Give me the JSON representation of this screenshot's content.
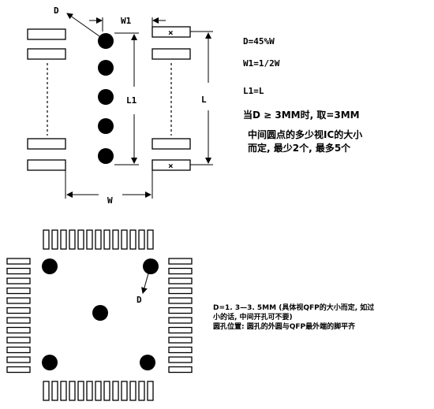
{
  "sop": {
    "label_d": "D",
    "label_w1": "W1",
    "label_l1": "L1",
    "label_l": "L",
    "label_w": "W",
    "pad_mark": "×"
  },
  "notes": {
    "d_ratio": "D=45%W",
    "w1_ratio": "W1=1/2W",
    "l1_eq": "L1=L",
    "d_rule": "当D ≥ 3MM时, 取=3MM",
    "count_line1": "中间圆点的多少视IC的大小",
    "count_line2": "而定, 最少2个, 最多5个"
  },
  "qfp": {
    "label_d": "D",
    "note_line1": "D=1. 3—3. 5MM (具体视QFP的大小而定, 如过",
    "note_line2": "小的话, 中间开孔可不要)",
    "note_line3": "圆孔位置: 圆孔的外圆与QFP最外端的脚平齐"
  }
}
